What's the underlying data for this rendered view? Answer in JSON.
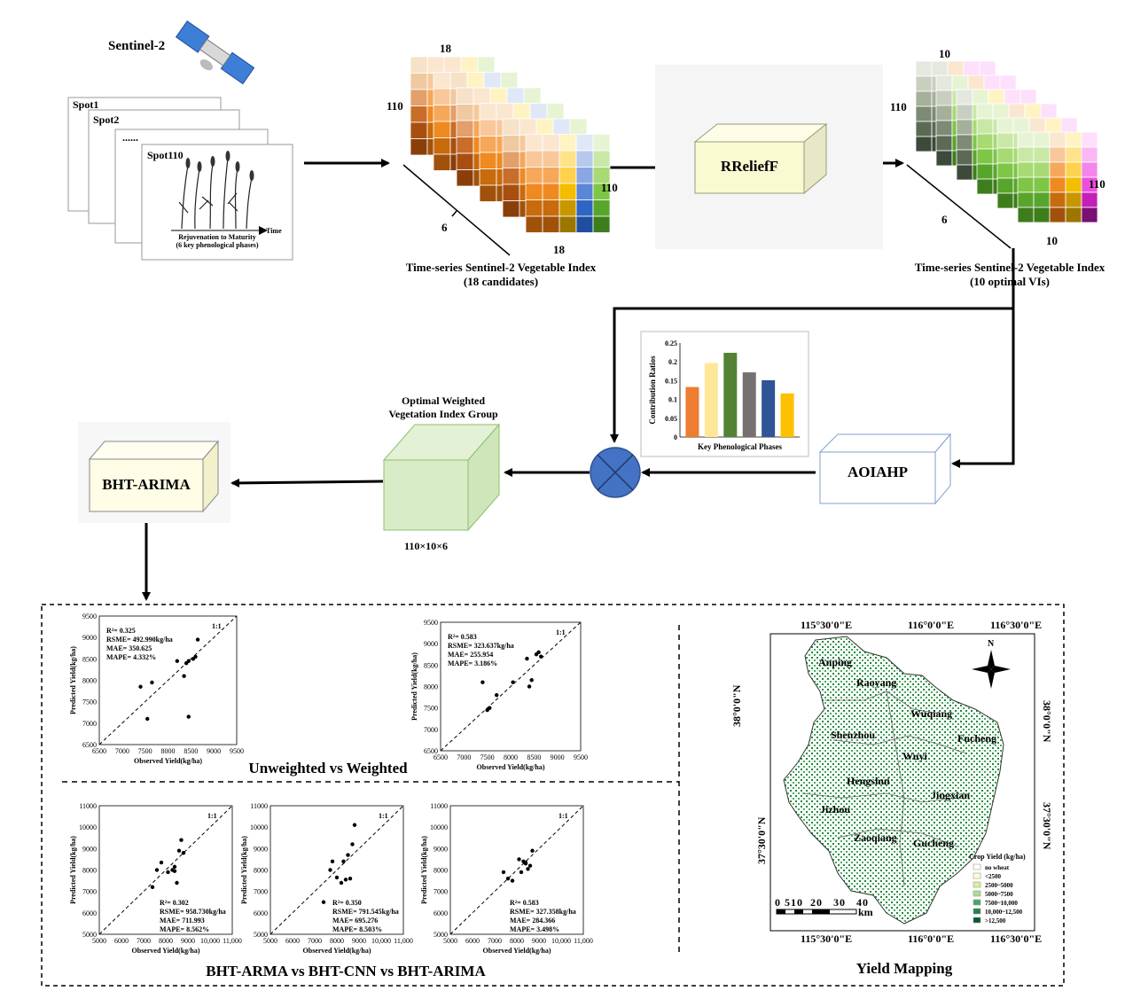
{
  "header": {
    "sentinel_label": "Sentinel-2",
    "spots": [
      "Spot1",
      "Spot2",
      "......",
      "Spot110"
    ],
    "rejuvenation_line1": "Rejuvenation to Maturity",
    "rejuvenation_line2": "(6 key phenological phases)",
    "time_label": "Time"
  },
  "cube18": {
    "dim_top": "18",
    "dim_left": "110",
    "dim_right": "110",
    "dim_bottom": "18",
    "dim_depth": "6",
    "caption_line1": "Time-series Sentinel-2 Vegetable Index",
    "caption_line2": "(18 candidates)"
  },
  "rrelieff": {
    "label": "RReliefF"
  },
  "cube10": {
    "dim_top": "10",
    "dim_left": "110",
    "dim_right": "110",
    "dim_bottom": "10",
    "dim_depth": "6",
    "caption_line1": "Time-series Sentinel-2 Vegetable Index",
    "caption_line2": "(10 optimal VIs)"
  },
  "contribution_chart": {
    "ylabel": "Contribution  Ratios",
    "xlabel": "Key Phenological Phases",
    "yticks": [
      "0",
      "0.05",
      "0.1",
      "0.15",
      "0.2",
      "0.25"
    ]
  },
  "aoiahp": {
    "label": "AOIAHP"
  },
  "optimal_group": {
    "title_line1": "Optimal Weighted",
    "title_line2": "Vegetation Index Group",
    "dims": "110×10×6"
  },
  "bht": {
    "label": "BHT-ARIMA"
  },
  "comparison1": {
    "title": "Unweighted  vs Weighted"
  },
  "comparison2": {
    "title": "BHT-ARMA vs BHT-CNN vs BHT-ARIMA"
  },
  "map_section": {
    "title": "Yield Mapping"
  },
  "colors": {
    "arrow": "#000000",
    "rrelieff_fill": "#fafad2",
    "bht_fill": "#fffde6",
    "aoiahp_border": "#7f9fd0",
    "group_fill": "#d9ecc8",
    "combine_fill": "#4472c4"
  },
  "chart_data": [
    {
      "type": "bar",
      "title": "",
      "xlabel": "Key Phenological Phases",
      "ylabel": "Contribution  Ratios",
      "ylim": [
        0,
        0.25
      ],
      "values": [
        0.133,
        0.197,
        0.224,
        0.172,
        0.151,
        0.116
      ],
      "colors": [
        "#ed7d31",
        "#ffe699",
        "#548235",
        "#767171",
        "#2f5597",
        "#ffc000"
      ]
    },
    {
      "type": "scatter",
      "xlabel": "Observed Yield(kg/ha)",
      "ylabel": "Predicted Yield(kg/ha)",
      "xlim": [
        6500,
        9500
      ],
      "ylim": [
        6500,
        9500
      ],
      "xticks": [
        "6500",
        "7000",
        "7500",
        "8000",
        "8500",
        "9000",
        "9500"
      ],
      "yticks": [
        "6500",
        "7000",
        "7500",
        "8000",
        "8500",
        "9000",
        "9500"
      ],
      "line_label": "1:1",
      "stats": [
        "R²= 0.325",
        "RSME= 492.990kg/ha",
        "MAE= 350.625",
        "MAPE= 4.332%"
      ],
      "points": [
        [
          7400,
          7850
        ],
        [
          7550,
          7100
        ],
        [
          7650,
          7950
        ],
        [
          8200,
          8450
        ],
        [
          8350,
          8100
        ],
        [
          8400,
          8400
        ],
        [
          8450,
          7150
        ],
        [
          8550,
          8500
        ],
        [
          8600,
          8550
        ],
        [
          8650,
          8950
        ],
        [
          8450,
          8450
        ]
      ]
    },
    {
      "type": "scatter",
      "xlabel": "Observed Yield(kg/ha)",
      "ylabel": "Predicted Yield(kg/ha)",
      "xlim": [
        6500,
        9500
      ],
      "ylim": [
        6500,
        9500
      ],
      "xticks": [
        "6500",
        "7000",
        "7500",
        "8000",
        "8500",
        "9000",
        "9500"
      ],
      "yticks": [
        "6500",
        "7000",
        "7500",
        "8000",
        "8500",
        "9000",
        "9500"
      ],
      "line_label": "1:1",
      "stats": [
        "R²= 0.583",
        "RSME= 323.637kg/ha",
        "MAE= 255.954",
        "MAPE= 3.186%"
      ],
      "points": [
        [
          7400,
          8100
        ],
        [
          7500,
          7450
        ],
        [
          7550,
          7500
        ],
        [
          7700,
          7800
        ],
        [
          8050,
          8100
        ],
        [
          8350,
          8650
        ],
        [
          8400,
          8000
        ],
        [
          8450,
          8150
        ],
        [
          8550,
          8750
        ],
        [
          8600,
          8800
        ],
        [
          8650,
          8700
        ]
      ]
    },
    {
      "type": "scatter",
      "xlabel": "Observed Yield(kg/ha)",
      "ylabel": "Predicted Yield(kg/ha)",
      "xlim": [
        5000,
        11000
      ],
      "ylim": [
        5000,
        11000
      ],
      "xticks": [
        "5000",
        "6000",
        "7000",
        "8000",
        "9000",
        "10,000",
        "11,000"
      ],
      "yticks": [
        "5000",
        "6000",
        "7000",
        "8000",
        "9000",
        "10000",
        "11000"
      ],
      "line_label": "1:1",
      "stats": [
        "R²= 0.302",
        "RSME= 958.730kg/ha",
        "MAE= 711.993",
        "MAPE= 8.562%"
      ],
      "points": [
        [
          7400,
          7200
        ],
        [
          7600,
          8000
        ],
        [
          7800,
          8350
        ],
        [
          8100,
          7900
        ],
        [
          8300,
          8000
        ],
        [
          8400,
          8150
        ],
        [
          8500,
          7400
        ],
        [
          8600,
          8900
        ],
        [
          8700,
          9400
        ],
        [
          8800,
          8800
        ],
        [
          8400,
          7950
        ]
      ]
    },
    {
      "type": "scatter",
      "xlabel": "Observed Yield(kg/ha)",
      "ylabel": "Predicted Yield(kg/ha)",
      "xlim": [
        5000,
        11000
      ],
      "ylim": [
        5000,
        11000
      ],
      "xticks": [
        "5000",
        "6000",
        "7000",
        "8000",
        "9000",
        "10,000",
        "11,000"
      ],
      "yticks": [
        "5000",
        "6000",
        "7000",
        "8000",
        "9000",
        "10000",
        "11000"
      ],
      "line_label": "1:1",
      "stats": [
        "R²= 0.350",
        "RSME= 791.545kg/ha",
        "MAE= 695.276",
        "MAPE= 8.503%"
      ],
      "points": [
        [
          7400,
          6500
        ],
        [
          7700,
          8000
        ],
        [
          7800,
          8400
        ],
        [
          8000,
          7650
        ],
        [
          8200,
          7400
        ],
        [
          8400,
          7550
        ],
        [
          8500,
          8700
        ],
        [
          8600,
          7600
        ],
        [
          8700,
          9200
        ],
        [
          8800,
          10100
        ],
        [
          8300,
          8400
        ]
      ]
    },
    {
      "type": "scatter",
      "xlabel": "Observed Yield(kg/ha)",
      "ylabel": "Predicted Yield(kg/ha)",
      "xlim": [
        5000,
        11000
      ],
      "ylim": [
        5000,
        11000
      ],
      "xticks": [
        "5000",
        "6000",
        "7000",
        "8000",
        "9000",
        "10,000",
        "11,000"
      ],
      "yticks": [
        "5000",
        "6000",
        "7000",
        "8000",
        "9000",
        "10000",
        "11000"
      ],
      "line_label": "1:1",
      "stats": [
        "R²= 0.583",
        "RSME= 327.358kg/ha",
        "MAE= 284.366",
        "MAPE= 3.498%"
      ],
      "points": [
        [
          7400,
          7900
        ],
        [
          7600,
          7600
        ],
        [
          7800,
          7500
        ],
        [
          8100,
          8500
        ],
        [
          8300,
          8400
        ],
        [
          8400,
          8300
        ],
        [
          8500,
          8050
        ],
        [
          8600,
          8200
        ],
        [
          8700,
          8900
        ],
        [
          8400,
          8350
        ],
        [
          8200,
          7900
        ]
      ]
    }
  ],
  "map": {
    "top_coords": [
      "115°30'0\"E",
      "116°0'0\"E",
      "116°30'0\"E"
    ],
    "bottom_coords": [
      "115°30'0\"E",
      "116°0'0\"E",
      "116°30'0\"E"
    ],
    "left_coords": [
      "38°0'0\"N",
      "37°30'0\"N"
    ],
    "right_coords": [
      "38°0'0\"N",
      "37°30'0\"N"
    ],
    "north": "N",
    "scale_numbers": [
      "0",
      "5",
      "10",
      "20",
      "30",
      "40"
    ],
    "scale_unit": "km",
    "places": [
      "Anping",
      "Raoyang",
      "Wuqiang",
      "Shenzhou",
      "Fucheng",
      "Wuyi",
      "Hengshui",
      "Jingxian",
      "Jizhou",
      "Zaoqiang",
      "Gucheng"
    ],
    "legend_title": "Crop Yield  (kg/ha)",
    "legend": [
      {
        "label": "no wheat",
        "color": "#ffffff"
      },
      {
        "label": "<2500",
        "color": "#ffffcc"
      },
      {
        "label": "2500~5000",
        "color": "#d9f0a3"
      },
      {
        "label": "5000~7500",
        "color": "#addd8e"
      },
      {
        "label": "7500~10,000",
        "color": "#41ab5d"
      },
      {
        "label": "10,000~12,500",
        "color": "#238443"
      },
      {
        "label": ">12,500",
        "color": "#005a32"
      }
    ]
  }
}
